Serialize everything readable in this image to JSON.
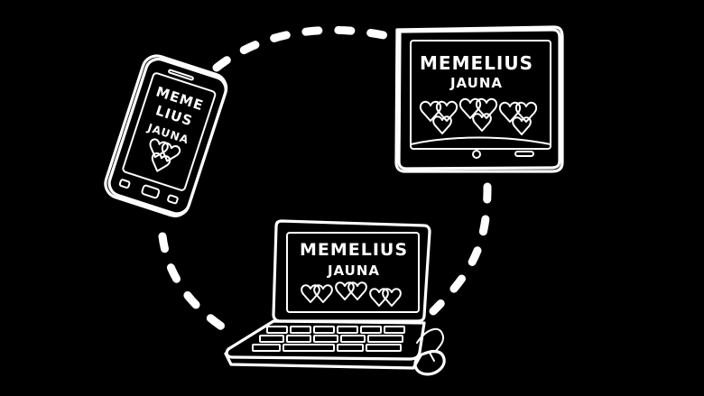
{
  "scene": {
    "background_color": "#000000",
    "line_color": "#ffffff"
  },
  "devices": {
    "phone": {
      "line1": "MEME",
      "line2": "LIUS",
      "line3": "JAUNA",
      "hearts": 1
    },
    "tablet": {
      "title": "MEMELIUS",
      "subtitle": "JAUNA",
      "hearts": 3
    },
    "laptop": {
      "title": "MEMELIUS",
      "subtitle": "JAUNA",
      "hearts": 3
    }
  }
}
